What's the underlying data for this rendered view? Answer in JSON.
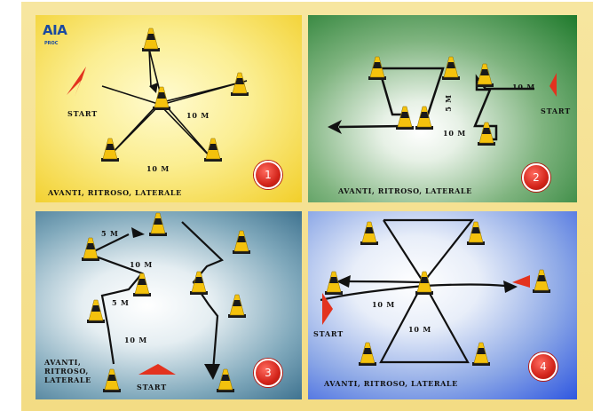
{
  "logo": {
    "text": "AIA",
    "sub": "PROC"
  },
  "panels": [
    {
      "number": "1",
      "footer": "AVANTI, RITROSO, LATERALE",
      "labels": {
        "start": "START",
        "d1": "10 M",
        "d2": "10 M"
      }
    },
    {
      "number": "2",
      "footer": "AVANTI, RITROSO, LATERALE",
      "labels": {
        "start": "START",
        "d1": "10 M",
        "d2": "10 M",
        "d3": "5 M"
      }
    },
    {
      "number": "3",
      "footer_lines": [
        "AVANTI,",
        "RITROSO,",
        "LATERALE"
      ],
      "labels": {
        "start": "START",
        "d1": "5 M",
        "d2": "10 M",
        "d3": "5 M",
        "d4": "10 M"
      }
    },
    {
      "number": "4",
      "footer": "AVANTI, RITROSO, LATERALE",
      "labels": {
        "start": "START",
        "d1": "10 M",
        "d2": "10 M"
      }
    }
  ],
  "colors": {
    "marker": "#e3321e",
    "cone": "#f4c20d",
    "badge": "#d3241a"
  }
}
